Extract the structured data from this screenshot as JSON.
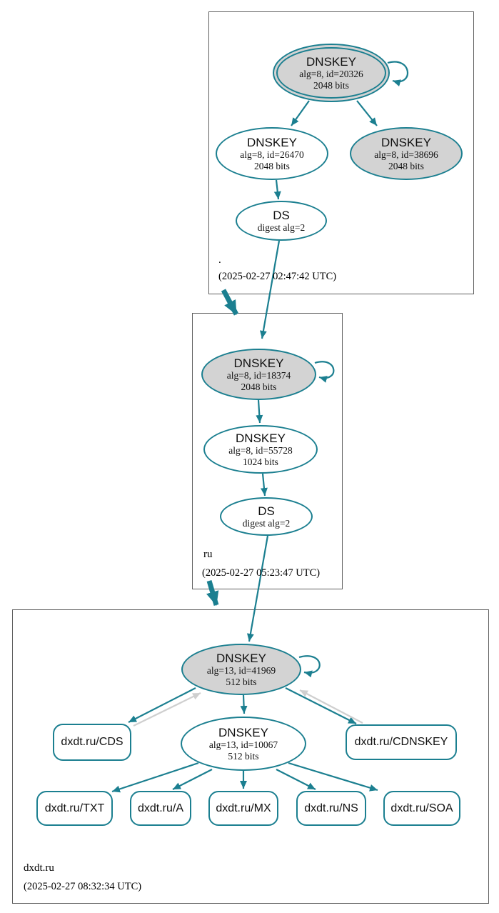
{
  "diagram_type": "dnssec-authentication-chain",
  "colors": {
    "edge_teal": "#1b7f90",
    "edge_gray": "#cfcfcf",
    "node_fill_gray": "#d3d3d3",
    "node_fill_white": "#ffffff",
    "zone_box_border": "#5f5f5f"
  },
  "zones": {
    "root": {
      "name": ".",
      "timestamp": "(2025-02-27 02:47:42 UTC)"
    },
    "ru": {
      "name": "ru",
      "timestamp": "(2025-02-27 05:23:47 UTC)"
    },
    "dxdt": {
      "name": "dxdt.ru",
      "timestamp": "(2025-02-27 08:32:34 UTC)"
    }
  },
  "nodes": {
    "root_ksk": {
      "title": "DNSKEY",
      "alg": "alg=8, id=20326",
      "bits": "2048 bits"
    },
    "root_zsk": {
      "title": "DNSKEY",
      "alg": "alg=8, id=26470",
      "bits": "2048 bits"
    },
    "root_zsk2": {
      "title": "DNSKEY",
      "alg": "alg=8, id=38696",
      "bits": "2048 bits"
    },
    "root_ds": {
      "title": "DS",
      "detail": "digest alg=2"
    },
    "ru_ksk": {
      "title": "DNSKEY",
      "alg": "alg=8, id=18374",
      "bits": "2048 bits"
    },
    "ru_zsk": {
      "title": "DNSKEY",
      "alg": "alg=8, id=55728",
      "bits": "1024 bits"
    },
    "ru_ds": {
      "title": "DS",
      "detail": "digest alg=2"
    },
    "dxdt_ksk": {
      "title": "DNSKEY",
      "alg": "alg=13, id=41969",
      "bits": "512 bits"
    },
    "dxdt_zsk": {
      "title": "DNSKEY",
      "alg": "alg=13, id=10067",
      "bits": "512 bits"
    },
    "rrset_cds": {
      "label": "dxdt.ru/CDS"
    },
    "rrset_cdnskey": {
      "label": "dxdt.ru/CDNSKEY"
    },
    "rrset_txt": {
      "label": "dxdt.ru/TXT"
    },
    "rrset_a": {
      "label": "dxdt.ru/A"
    },
    "rrset_mx": {
      "label": "dxdt.ru/MX"
    },
    "rrset_ns": {
      "label": "dxdt.ru/NS"
    },
    "rrset_soa": {
      "label": "dxdt.ru/SOA"
    }
  },
  "edges": [
    {
      "from": "dnskey-20326",
      "to": "dnskey-20326",
      "style": "teal-selfloop"
    },
    {
      "from": "dnskey-20326",
      "to": "dnskey-26470",
      "style": "teal"
    },
    {
      "from": "dnskey-20326",
      "to": "dnskey-38696",
      "style": "teal"
    },
    {
      "from": "dnskey-26470",
      "to": "ds-root",
      "style": "teal"
    },
    {
      "from": "ds-root",
      "to": "dnskey-18374",
      "style": "teal"
    },
    {
      "from": "zone-root",
      "to": "zone-ru",
      "style": "teal-thick"
    },
    {
      "from": "dnskey-18374",
      "to": "dnskey-18374",
      "style": "teal-selfloop"
    },
    {
      "from": "dnskey-18374",
      "to": "dnskey-55728",
      "style": "teal"
    },
    {
      "from": "dnskey-55728",
      "to": "ds-ru",
      "style": "teal"
    },
    {
      "from": "ds-ru",
      "to": "dnskey-41969",
      "style": "teal"
    },
    {
      "from": "zone-ru",
      "to": "zone-dxdt",
      "style": "teal-thick"
    },
    {
      "from": "dnskey-41969",
      "to": "dnskey-41969",
      "style": "teal-selfloop"
    },
    {
      "from": "dnskey-41969",
      "to": "dnskey-10067",
      "style": "teal"
    },
    {
      "from": "dnskey-41969",
      "to": "rrset-cds",
      "style": "teal"
    },
    {
      "from": "rrset-cds",
      "to": "dnskey-41969",
      "style": "gray"
    },
    {
      "from": "dnskey-41969",
      "to": "rrset-cdnskey",
      "style": "teal"
    },
    {
      "from": "rrset-cdnskey",
      "to": "dnskey-41969",
      "style": "gray"
    },
    {
      "from": "dnskey-10067",
      "to": "rrset-txt",
      "style": "teal"
    },
    {
      "from": "dnskey-10067",
      "to": "rrset-a",
      "style": "teal"
    },
    {
      "from": "dnskey-10067",
      "to": "rrset-mx",
      "style": "teal"
    },
    {
      "from": "dnskey-10067",
      "to": "rrset-ns",
      "style": "teal"
    },
    {
      "from": "dnskey-10067",
      "to": "rrset-soa",
      "style": "teal"
    }
  ]
}
